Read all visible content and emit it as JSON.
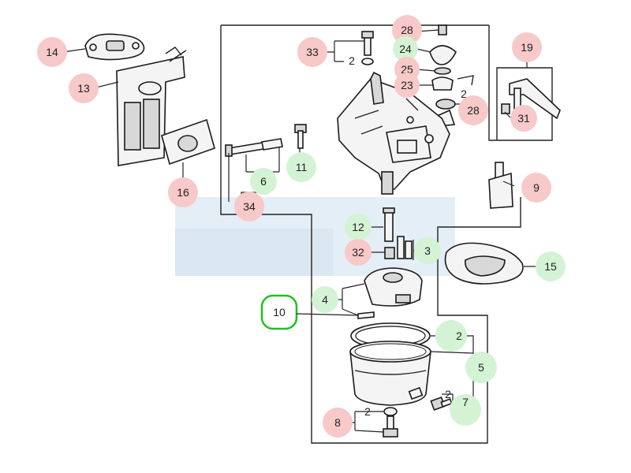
{
  "colors": {
    "badge_red": "#f7c9c9",
    "badge_green": "#d4f3d4",
    "highlight_ring": "#1fc21f",
    "watermark": "#e4eef6",
    "ink": "#1a1a1a"
  },
  "callouts": [
    {
      "id": "c14",
      "text": "14",
      "badge": "red"
    },
    {
      "id": "c13",
      "text": "13",
      "badge": "red"
    },
    {
      "id": "c16",
      "text": "16",
      "badge": "red"
    },
    {
      "id": "c33",
      "text": "33",
      "badge": "red"
    },
    {
      "id": "c2a",
      "text": "2",
      "badge": "none"
    },
    {
      "id": "c28a",
      "text": "28",
      "badge": "red"
    },
    {
      "id": "c24",
      "text": "24",
      "badge": "green"
    },
    {
      "id": "c25",
      "text": "25",
      "badge": "red"
    },
    {
      "id": "c23",
      "text": "23",
      "badge": "red"
    },
    {
      "id": "c2b",
      "text": "2",
      "badge": "none"
    },
    {
      "id": "c28b",
      "text": "28",
      "badge": "red"
    },
    {
      "id": "c19",
      "text": "19",
      "badge": "red"
    },
    {
      "id": "c31",
      "text": "31",
      "badge": "red"
    },
    {
      "id": "c11",
      "text": "11",
      "badge": "green"
    },
    {
      "id": "c6",
      "text": "6",
      "badge": "green"
    },
    {
      "id": "c34",
      "text": "34",
      "badge": "red"
    },
    {
      "id": "c9",
      "text": "9",
      "badge": "red"
    },
    {
      "id": "c12",
      "text": "12",
      "badge": "green"
    },
    {
      "id": "c32",
      "text": "32",
      "badge": "red"
    },
    {
      "id": "c3",
      "text": "3",
      "badge": "green"
    },
    {
      "id": "c15",
      "text": "15",
      "badge": "green"
    },
    {
      "id": "c4",
      "text": "4",
      "badge": "green"
    },
    {
      "id": "c10",
      "text": "10",
      "badge": "ring"
    },
    {
      "id": "c2c",
      "text": "2",
      "badge": "green"
    },
    {
      "id": "c5",
      "text": "5",
      "badge": "green"
    },
    {
      "id": "c2d",
      "text": "2",
      "badge": "none"
    },
    {
      "id": "c7",
      "text": "7",
      "badge": "green"
    },
    {
      "id": "c2e",
      "text": "2",
      "badge": "none"
    },
    {
      "id": "c8",
      "text": "8",
      "badge": "red"
    }
  ]
}
